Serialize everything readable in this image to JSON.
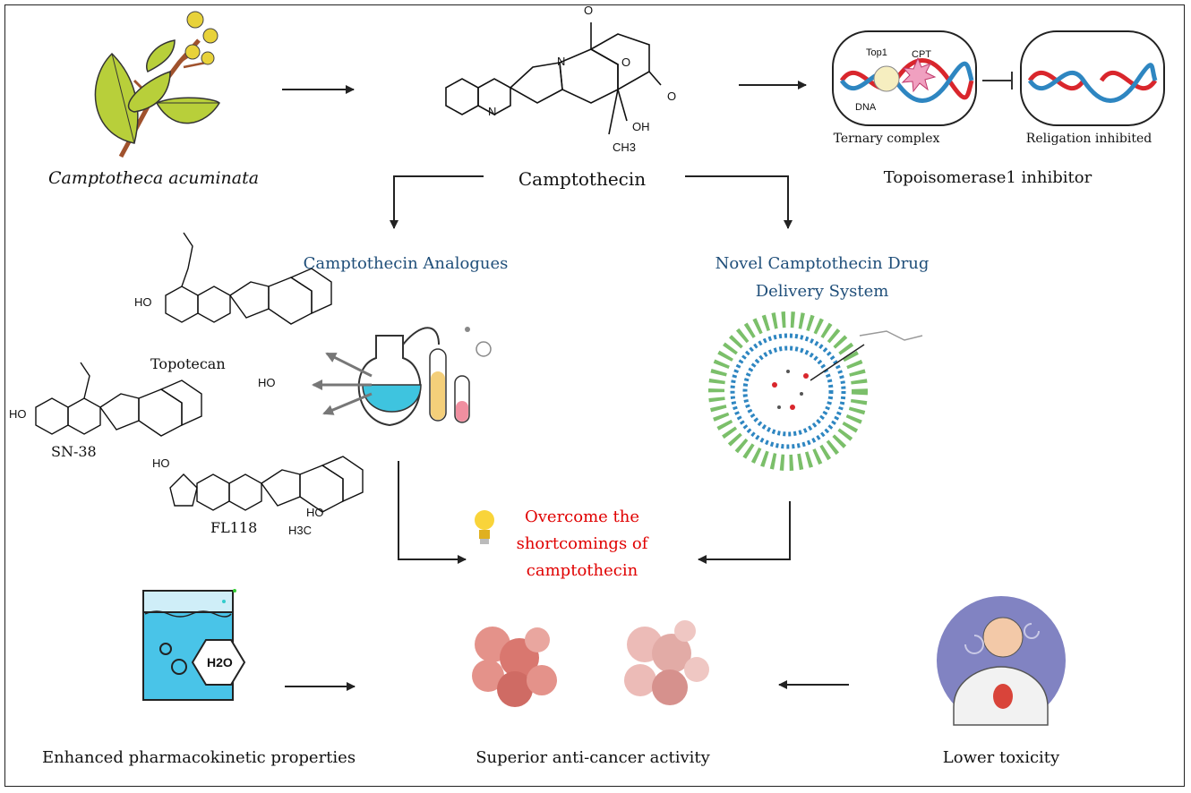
{
  "plant": {
    "label": "Camptotheca acuminata"
  },
  "center": {
    "label": "Camptothecin"
  },
  "top1": {
    "left_label": "Ternary complex",
    "right_label": "Religation inhibited",
    "caption": "Topoisomerase1 inhibitor",
    "tags": {
      "enzyme": "Top1",
      "drug": "CPT",
      "dna": "DNA"
    }
  },
  "analogues": {
    "title": "Camptothecin Analogues",
    "items": [
      "Topotecan",
      "SN-38",
      "FL118"
    ]
  },
  "delivery": {
    "title_line1": "Novel Camptothecin Drug",
    "title_line2": "Delivery System"
  },
  "overcome": {
    "line1": "Overcome the",
    "line2": "shortcomings of",
    "line3": "camptothecin"
  },
  "bottom": {
    "left": "Enhanced pharmacokinetic properties",
    "center": "Superior anti-cancer activity",
    "right": "Lower toxicity",
    "h2o": "H2O"
  },
  "atoms": {
    "O": "O",
    "N": "N",
    "OH": "OH",
    "HO": "HO",
    "CH3": "CH3",
    "H3C": "H3C"
  },
  "colors": {
    "title_blue": "#1f4e79",
    "highlight_red": "#e00000",
    "dna_red": "#d9262c",
    "dna_blue": "#2e86c1"
  }
}
